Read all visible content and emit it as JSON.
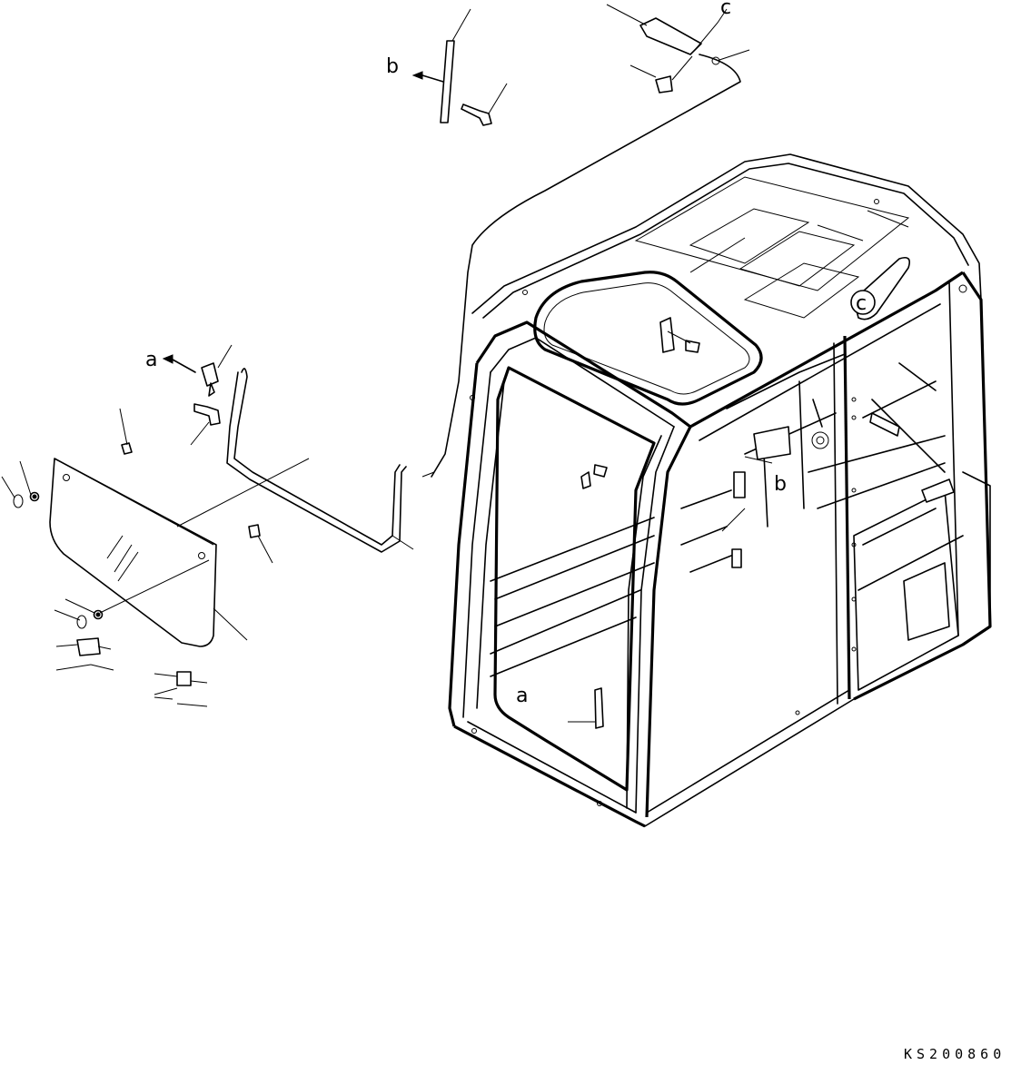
{
  "drawing": {
    "code": "KS200860",
    "callouts": {
      "a_left": "a",
      "a_cab": "a",
      "b_top": "b",
      "b_cab": "b",
      "c_top": "c",
      "c_cab": "c"
    }
  }
}
